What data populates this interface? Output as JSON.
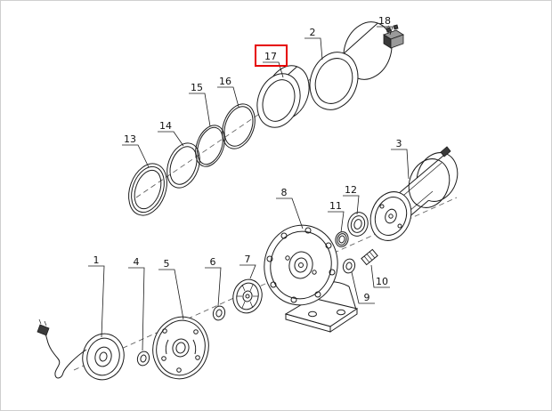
{
  "page": {
    "background": "#ffffff",
    "border_color": "#cfcfcf",
    "line_color": "#1c1c1c"
  },
  "diagram": {
    "type": "exploded-parts-diagram",
    "highlight": {
      "part": "17",
      "color": "#e60000"
    },
    "callouts": [
      {
        "label": "1"
      },
      {
        "label": "2"
      },
      {
        "label": "3"
      },
      {
        "label": "4"
      },
      {
        "label": "5"
      },
      {
        "label": "6"
      },
      {
        "label": "7"
      },
      {
        "label": "8"
      },
      {
        "label": "9"
      },
      {
        "label": "10"
      },
      {
        "label": "11"
      },
      {
        "label": "12"
      },
      {
        "label": "13"
      },
      {
        "label": "14"
      },
      {
        "label": "15"
      },
      {
        "label": "16"
      },
      {
        "label": "17"
      },
      {
        "label": "18"
      }
    ]
  }
}
